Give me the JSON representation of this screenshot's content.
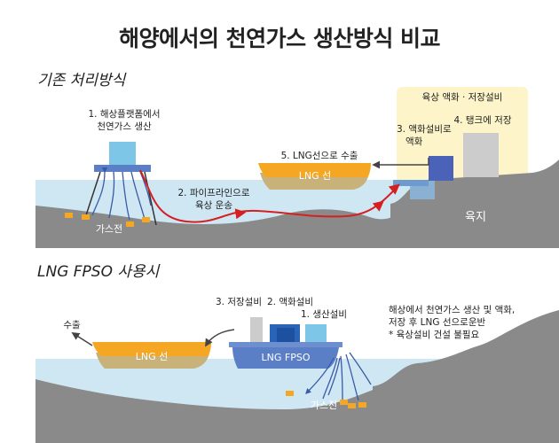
{
  "title": "해양에서의 천연가스 생산방식 비교",
  "section1": {
    "heading": "기존 처리방식",
    "labels": {
      "platform_line1": "1. 해상플랫폼에서",
      "platform_line2": "천연가스 생산",
      "pipeline_line1": "2. 파이프라인으로",
      "pipeline_line2": "육상 운송",
      "liquefaction_line1": "3. 액화설비로",
      "liquefaction_line2": "액화",
      "tank": "4. 탱크에 저장",
      "export": "5. LNG선으로 수출",
      "onshore_facility": "육상 액화 · 저장설비",
      "gas_field": "가스전",
      "land": "육지",
      "ship": "LNG 선"
    }
  },
  "section2": {
    "heading": "LNG FPSO 사용시",
    "labels": {
      "storage": "3. 저장설비",
      "liquefaction": "2. 액화설비",
      "production": "1. 생산설비",
      "export": "수출",
      "ship": "LNG 선",
      "fpso": "LNG FPSO",
      "gas_field": "가스전",
      "note_line1": "해상에서 천연가스 생산 및 액화,",
      "note_line2": "저장 후 LNG 선으로운반",
      "note_line3": "* 육상설비 건설 불필요"
    }
  },
  "colors": {
    "sea": "#cfe6f3",
    "seabed": "#8a8a8a",
    "ship_hull": "#f5a623",
    "ship_lower": "#c8b27a",
    "platform": "#5b7fc7",
    "platform_box": "#7ec6e8",
    "pipeline": "#d42020",
    "onshore_bg": "#fdf5c9",
    "tank": "#cccccc",
    "liquefaction": "#4a63b8",
    "gas_deposit": "#f5a623"
  }
}
